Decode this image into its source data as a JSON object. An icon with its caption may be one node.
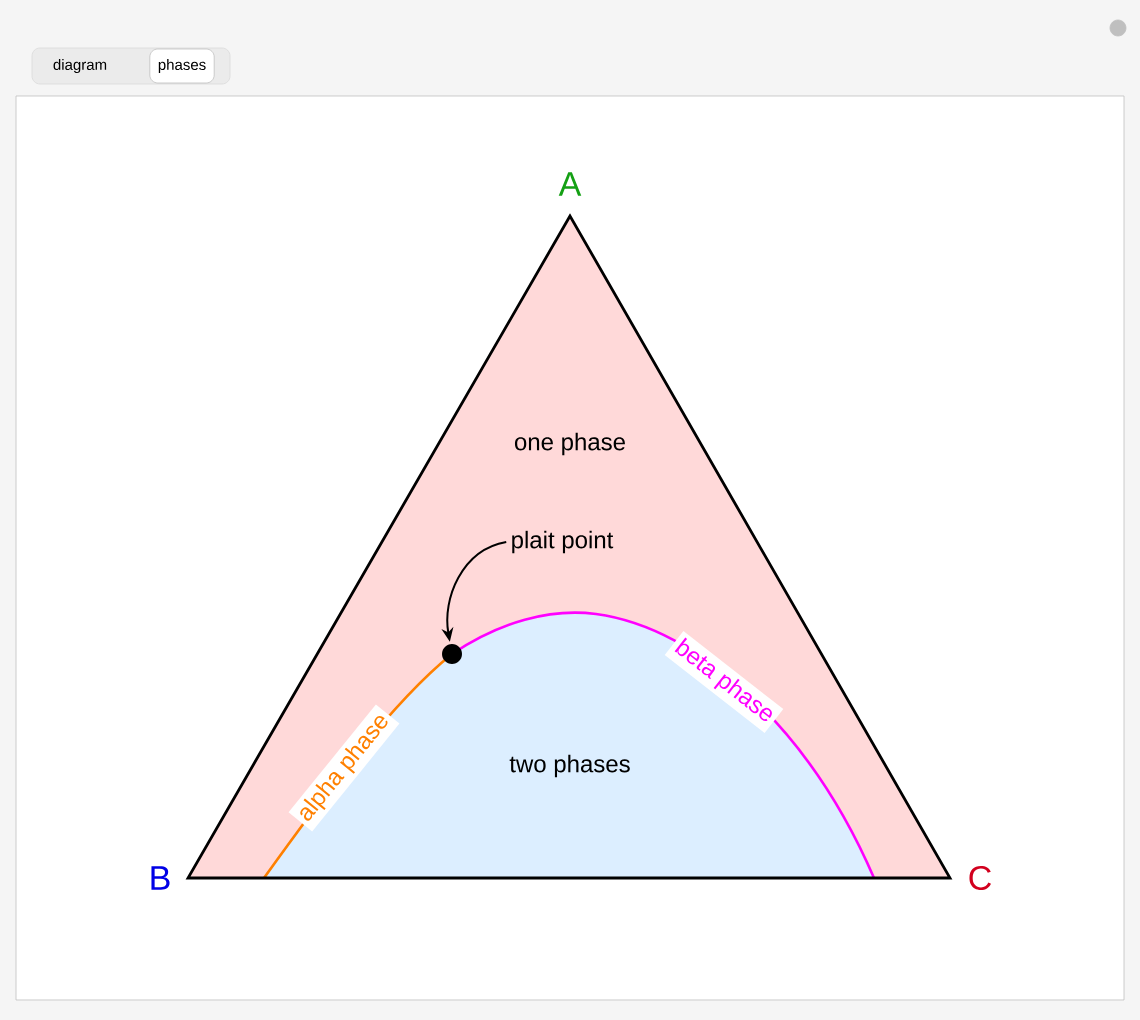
{
  "diagram": {
    "nodes": [
      {
        "text": [
          "plait point"
        ]
      },
      {
        "text": [],
        "shape": "circle"
      }
    ],
    "edges": [
      {
        "from": 0,
        "to": 1,
        "arrow": "to"
      }
    ],
    "labels": [
      "diagram",
      "phases",
      "A",
      "B",
      "C",
      "one phase",
      "two phases",
      "alpha phase",
      "beta phase"
    ]
  }
}
